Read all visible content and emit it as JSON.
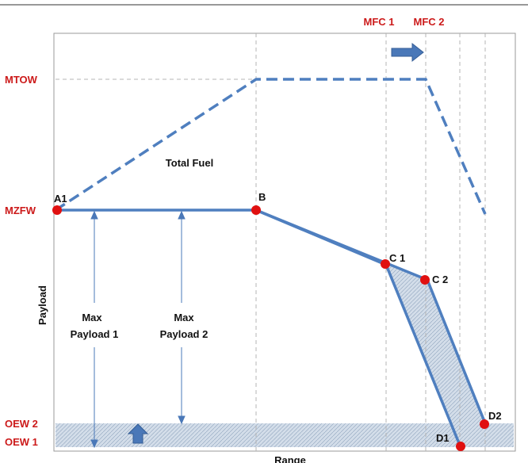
{
  "diagram": {
    "y_axis_title": "Payload",
    "x_axis_title": "Range",
    "weight_labels": {
      "mtow": "MTOW",
      "mzfw": "MZFW",
      "oew2": "OEW 2",
      "oew1": "OEW 1"
    },
    "range_labels": {
      "mfc1": "MFC 1",
      "mfc2": "MFC 2"
    },
    "annotations": {
      "total_fuel": "Total Fuel",
      "max_payload_1": [
        "Max",
        "Payload 1"
      ],
      "max_payload_2": [
        "Max",
        "Payload 2"
      ]
    },
    "points": {
      "A1": "A1",
      "B": "B",
      "C1": "C 1",
      "C2": "C 2",
      "D1": "D1",
      "D2": "D2"
    },
    "colors": {
      "curve": "#4f7fbf",
      "point": "#e01010",
      "label_red": "#cc1a1a",
      "hatch": "#9fb4cc",
      "guide": "#b4b4b4",
      "arrow": "#4a78b8"
    }
  }
}
